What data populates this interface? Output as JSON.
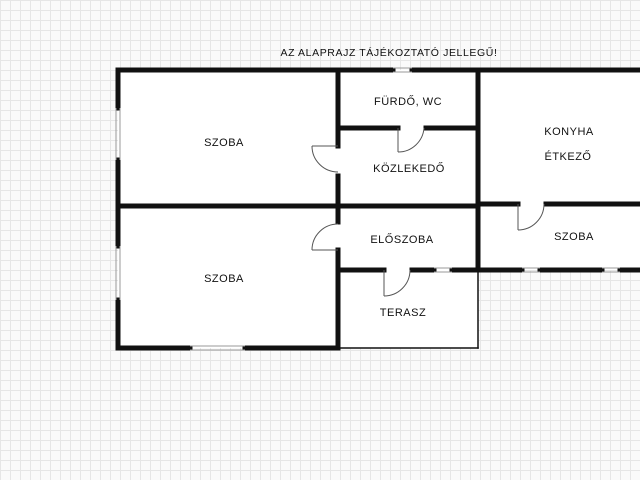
{
  "plan": {
    "note": "AZ ALAPRAJZ TÁJÉKOZTATÓ JELLEGŰ!",
    "rooms": [
      {
        "name": "SZOBA"
      },
      {
        "name": "SZOBA"
      },
      {
        "name": "FÜRDŐ, WC"
      },
      {
        "name": "KÖZLEKEDŐ"
      },
      {
        "name": "ELŐSZOBA"
      },
      {
        "name": "TERASZ"
      },
      {
        "name": "KONYHA"
      },
      {
        "name": "ÉTKEZŐ"
      },
      {
        "name": "SZOBA"
      }
    ]
  },
  "colors": {
    "wall": "#111111",
    "background": "#fafafa",
    "grid": "#e6e6e6",
    "window": "#9a9a9a",
    "door": "#555555"
  }
}
